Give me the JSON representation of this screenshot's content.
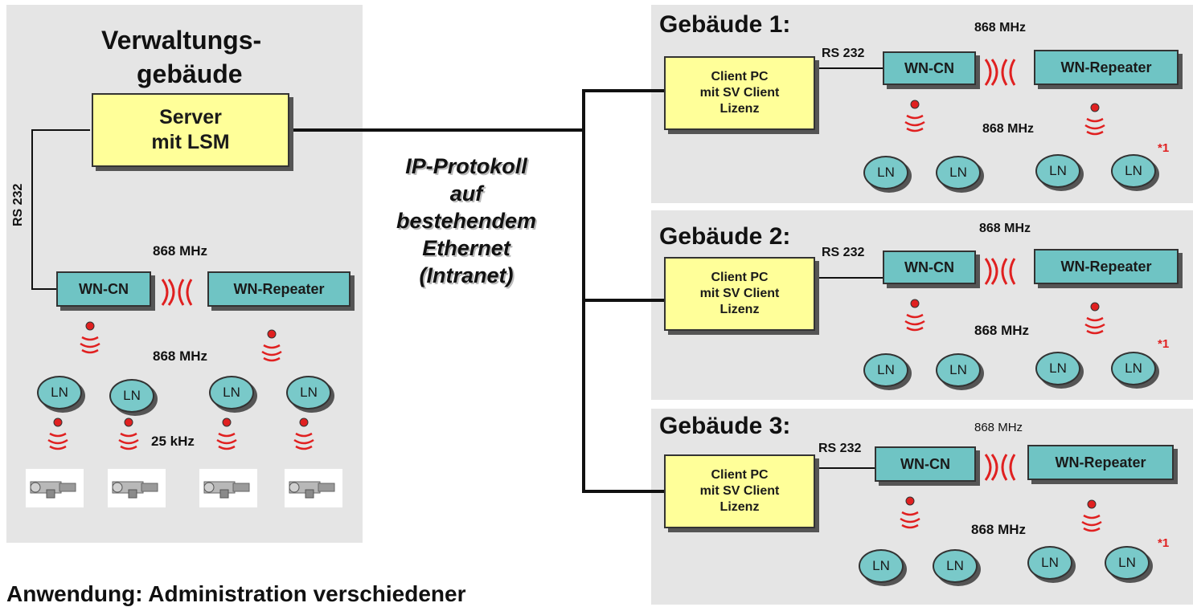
{
  "admin": {
    "title_line1": "Verwaltungs-",
    "title_line2": "gebäude",
    "server_line1": "Server",
    "server_line2": "mit LSM",
    "rs232": "RS 232",
    "freq_top": "868 MHz",
    "wn_cn": "WN-CN",
    "repeater": "WN-Repeater",
    "freq_mid": "868 MHz",
    "ln": "LN",
    "freq_low": "25 kHz"
  },
  "network": {
    "line1": "IP-Protokoll",
    "line2": "auf",
    "line3": "bestehendem",
    "line4": "Ethernet",
    "line5": "(Intranet)"
  },
  "buildings": [
    {
      "title": "Gebäude 1:",
      "rs232": "RS 232",
      "freq_top": "868 MHz",
      "freq_mid": "868 MHz",
      "client_line1": "Client PC",
      "client_line2": "mit SV Client",
      "client_line3": "Lizenz",
      "wn_cn": "WN-CN",
      "repeater": "WN-Repeater",
      "ln": "LN",
      "note": "*1"
    },
    {
      "title": "Gebäude 2:",
      "rs232": "RS 232",
      "freq_top": "868 MHz",
      "freq_mid": "868 MHz",
      "client_line1": "Client PC",
      "client_line2": "mit SV Client",
      "client_line3": "Lizenz",
      "wn_cn": "WN-CN",
      "repeater": "WN-Repeater",
      "ln": "LN",
      "note": "*1"
    },
    {
      "title": "Gebäude 3:",
      "rs232": "RS 232",
      "freq_top": "868 MHz",
      "freq_mid": "868 MHz",
      "client_line1": "Client PC",
      "client_line2": "mit SV Client",
      "client_line3": "Lizenz",
      "wn_cn": "WN-CN",
      "repeater": "WN-Repeater",
      "ln": "LN",
      "note": "*1"
    }
  ],
  "caption": "Anwendung: Administration verschiedener",
  "colors": {
    "panel": "#e5e5e5",
    "server": "#ffff99",
    "device": "#6fc4c4",
    "ln": "#79c9c9",
    "signal": "#e02020"
  }
}
